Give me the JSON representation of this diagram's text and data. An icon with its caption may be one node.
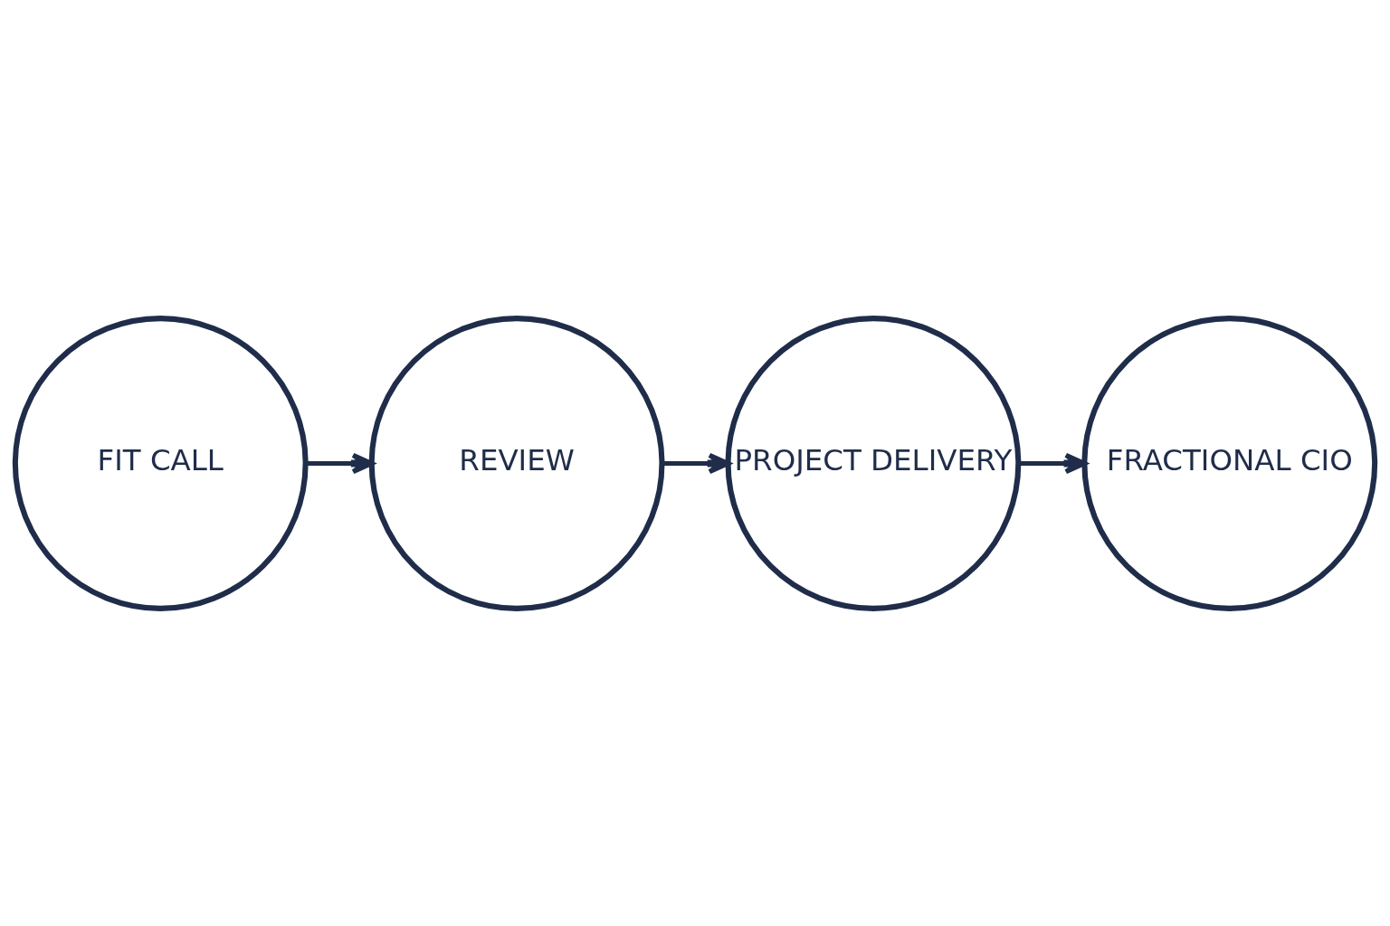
{
  "diagram": {
    "nodes": [
      {
        "text": [
          "FIT CALL"
        ]
      },
      {
        "text": [
          "REVIEW"
        ]
      },
      {
        "text": [
          "PROJECT DELIVERY"
        ]
      },
      {
        "text": [
          "FRACTIONAL CIO"
        ]
      }
    ],
    "edges": [
      {
        "from": 0,
        "to": 1,
        "arrow": "to"
      },
      {
        "from": 1,
        "to": 2,
        "arrow": "to"
      },
      {
        "from": 2,
        "to": 3,
        "arrow": "to"
      }
    ]
  }
}
